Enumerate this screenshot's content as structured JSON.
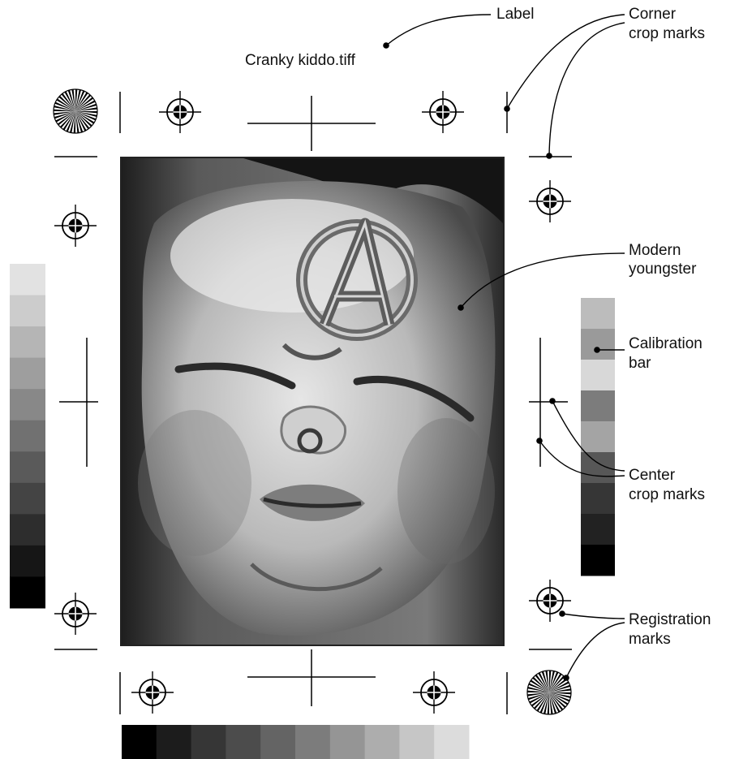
{
  "file_label": "Cranky kiddo.tiff",
  "callouts": {
    "label": "Label",
    "corner_crop_marks": [
      "Corner",
      "crop marks"
    ],
    "modern_youngster": [
      "Modern",
      "youngster"
    ],
    "calibration_bar": [
      "Calibration",
      "bar"
    ],
    "center_crop_marks": [
      "Center",
      "crop marks"
    ],
    "registration_marks": [
      "Registration",
      "marks"
    ]
  },
  "icons": {
    "registration_mark": "registration-target-icon",
    "star_target": "starburst-target-icon"
  },
  "calibration": {
    "left_vertical_bar": [
      "#e2e2e2",
      "#cccccc",
      "#b5b5b5",
      "#9e9e9e",
      "#888888",
      "#717171",
      "#5a5a5a",
      "#444444",
      "#2d2d2d",
      "#161616",
      "#000000"
    ],
    "right_vertical_bar": [
      "#bcbcbc",
      "#9a9a9a",
      "#d8d8d8",
      "#7c7c7c",
      "#a4a4a4",
      "#575757",
      "#363636",
      "#222222",
      "#000000"
    ],
    "bottom_horizontal_bar": [
      "#000000",
      "#1c1c1c",
      "#363636",
      "#4c4c4c",
      "#646464",
      "#7c7c7c",
      "#959595",
      "#adadad",
      "#c6c6c6",
      "#dcdcdc"
    ]
  },
  "colors": {
    "ink": "#000000",
    "photo_light": "#e8e8e8",
    "photo_dark": "#1a1a1a"
  }
}
